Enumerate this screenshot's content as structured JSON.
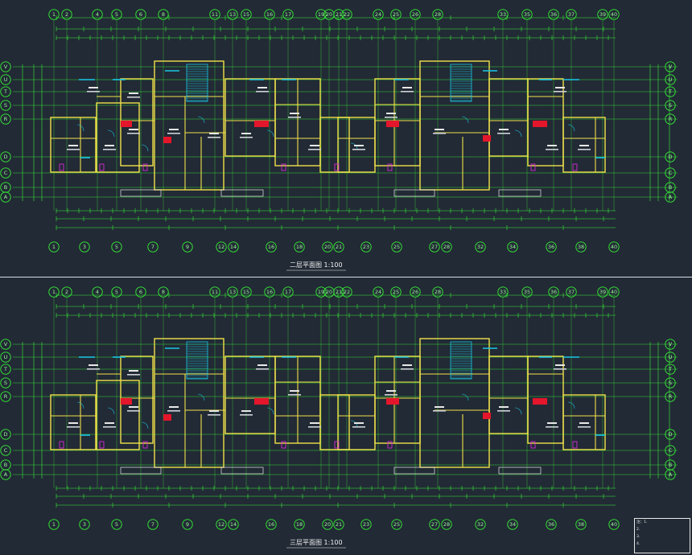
{
  "col_top": [
    "1",
    "2",
    "4",
    "5",
    "6",
    "8",
    "11",
    "13",
    "15",
    "16",
    "17",
    "19",
    "20",
    "21",
    "22",
    "24",
    "25",
    "26",
    "28",
    "33",
    "35",
    "36",
    "37",
    "39",
    "40"
  ],
  "col_bottom": [
    "1",
    "3",
    "5",
    "7",
    "9",
    "12",
    "14",
    "16",
    "18",
    "20",
    "21",
    "23",
    "25",
    "27",
    "28",
    "32",
    "34",
    "36",
    "38",
    "40"
  ],
  "row_letters": [
    "V",
    "U",
    "T",
    "S",
    "R",
    "D",
    "C",
    "B",
    "A"
  ],
  "panels": [
    {
      "title": "二层平面图",
      "scale": "1:100"
    },
    {
      "title": "三层平面图",
      "scale": "1:100"
    }
  ],
  "notes": [
    "注：1.",
    "2.",
    "3.",
    "4."
  ],
  "colors": {
    "bg": "#222a35",
    "grid": "#36f136",
    "wall": "#f1e24a",
    "text": "#e8e8e8",
    "red": "#e3162b",
    "cyan": "#19c8e6",
    "magenta": "#d62ad6"
  }
}
